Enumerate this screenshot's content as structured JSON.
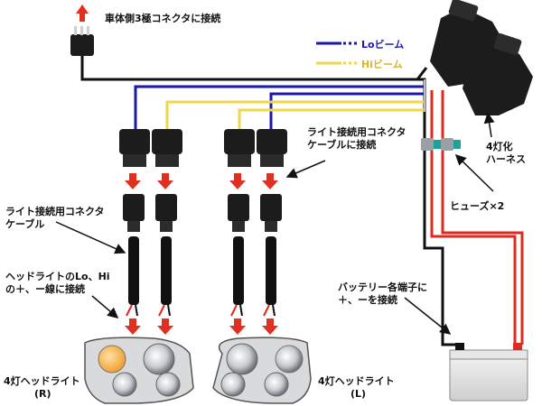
{
  "labels": {
    "vehicle_connector": "車体側3極コネクタに接続",
    "legend_lo": "Loビーム",
    "legend_hi": "Hiビーム",
    "light_connector_cable_1": "ライト接続用コネクタ",
    "light_connector_cable_2": "ケーブルに接続",
    "harness_1": "4灯化",
    "harness_2": "ハーネス",
    "left_cable_1": "ライト接続用コネクタ",
    "left_cable_2": "ケーブル",
    "headlight_wiring_1": "ヘッドライトのLo、Hi",
    "headlight_wiring_2": "の＋、ー線に接続",
    "fuse": "ヒューズ×2",
    "battery_1": "バッテリー各端子に",
    "battery_2": "＋、ーを接続",
    "headlight_r_1": "4灯ヘッドライト",
    "headlight_r_2": "(R)",
    "headlight_l_1": "4灯ヘッドライト",
    "headlight_l_2": "(L)"
  },
  "colors": {
    "lo_beam": "#1a1aa6",
    "hi_beam": "#f2d64a",
    "ground": "#111111",
    "positive": "#e02a20",
    "arrow": "#e03020",
    "connector": "#1c1c1c"
  }
}
